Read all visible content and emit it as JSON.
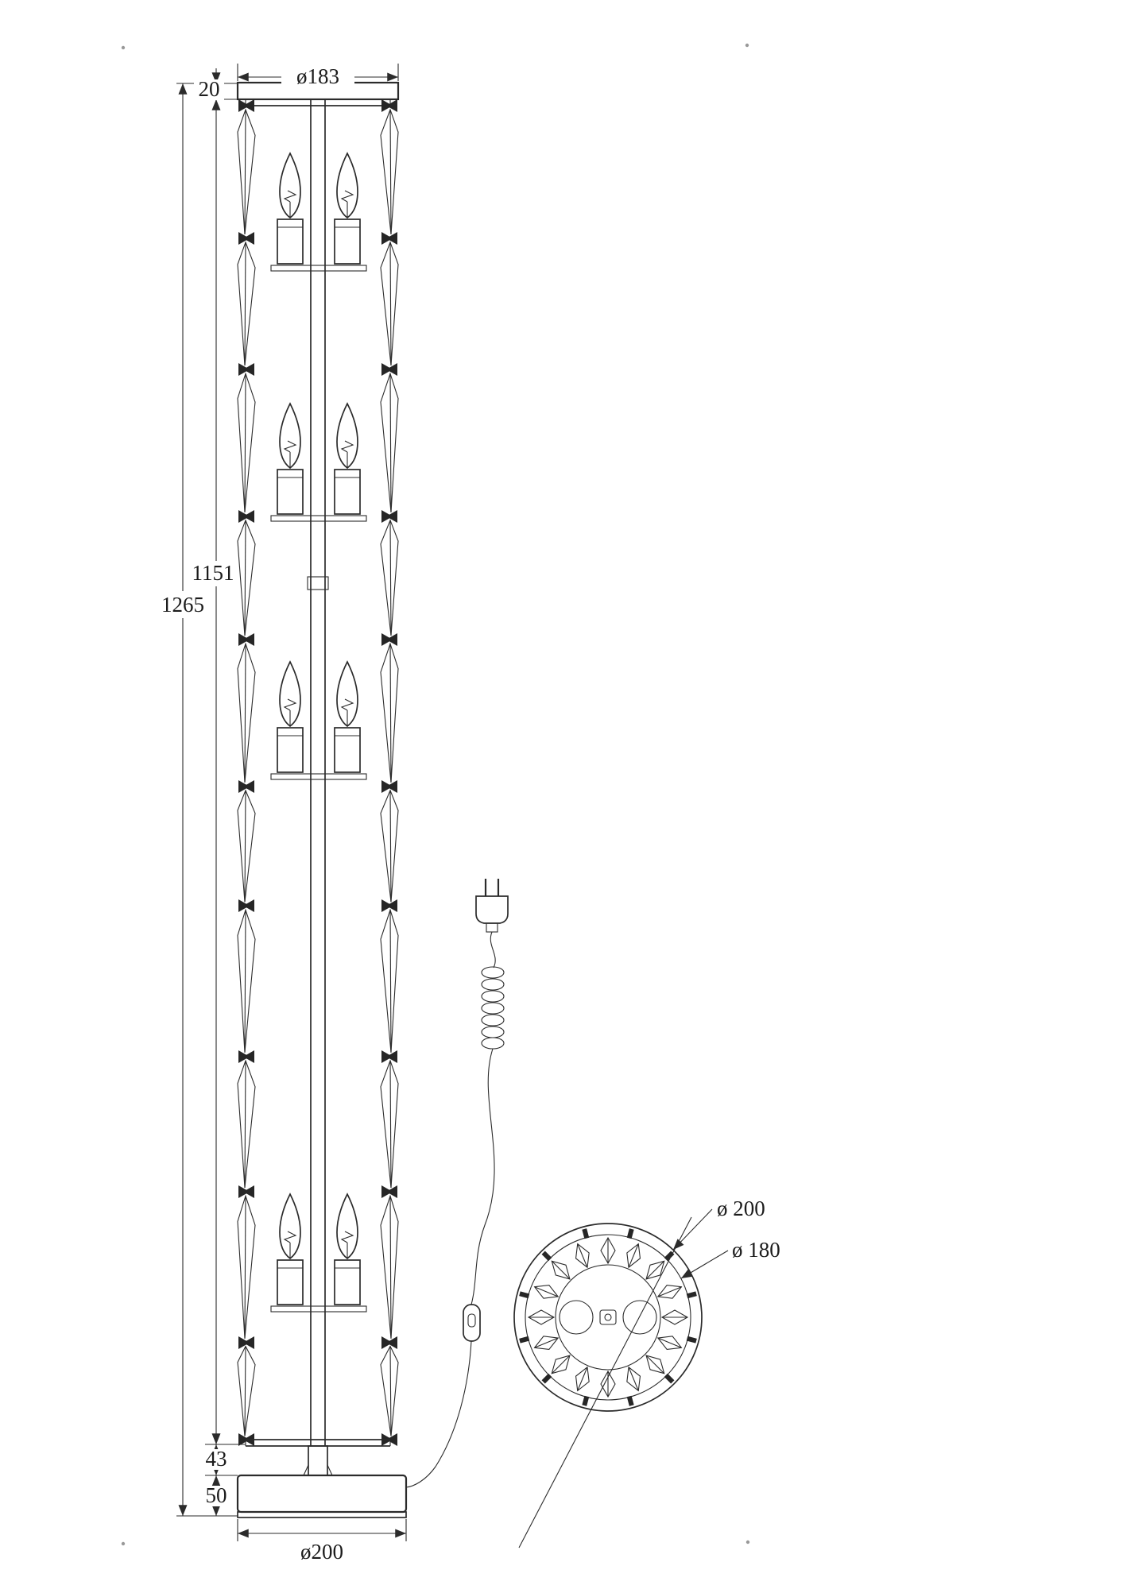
{
  "front_view": {
    "labels": {
      "top_diameter": "ø183",
      "top_height": "20",
      "shade_height": "1151",
      "total_height": "1265",
      "neck_height": "43",
      "base_height": "50",
      "base_diameter": "ø200"
    }
  },
  "top_view": {
    "labels": {
      "outer_diameter": "ø 200",
      "inner_diameter": "ø 180"
    }
  },
  "colors": {
    "line": "#2b2b2b",
    "background": "#ffffff"
  }
}
